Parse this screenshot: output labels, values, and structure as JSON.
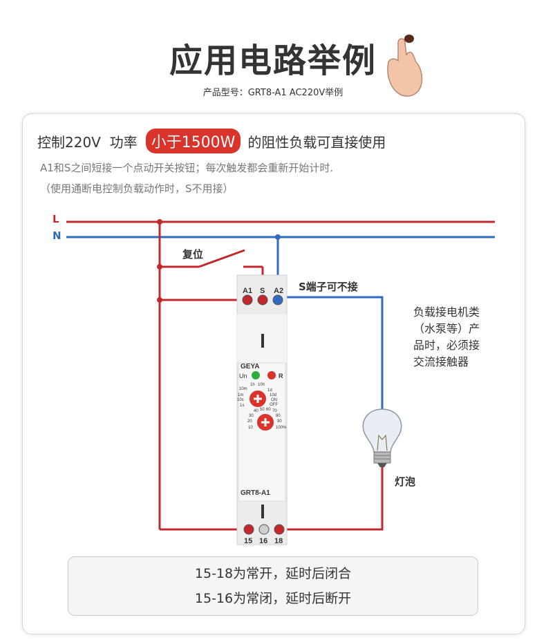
{
  "header": {
    "title": "应用电路举例",
    "subtitle": "产品型号：GRT8-A1 AC220V举例"
  },
  "headline": {
    "prefix": "控制220V  功率",
    "highlight": "小于1500W",
    "suffix": "的阻性负载可直接使用"
  },
  "notes": [
    "A1和S之间短接一个点动开关按钮；每次触发都会重新开始计时.",
    "（使用通断电控制负载动作时，S不用接）"
  ],
  "diagram": {
    "line_l": "L",
    "line_n": "N",
    "reset": "复位",
    "s_note": "S端子可不接",
    "lamp": "灯泡",
    "side_note": [
      "负载接电机类",
      "（水泵等）产",
      "品时，必须接",
      "交流接触器"
    ],
    "device": {
      "brand": "GEYA",
      "model": "GRT8-A1",
      "top_terminals": [
        "A1",
        "S",
        "A2"
      ],
      "bottom_terminals": [
        "15",
        "16",
        "18"
      ],
      "led_un": "Un",
      "led_r": "R",
      "range_labels": [
        "1h",
        "10h",
        "10m",
        "1d",
        "1m",
        "10d",
        "10s",
        "ON",
        "1s",
        "OFF"
      ],
      "percent_labels": [
        "40",
        "50",
        "60",
        "70",
        "30",
        "80",
        "20",
        "90",
        "10",
        "100%"
      ]
    },
    "colors": {
      "live": "#c0282c",
      "neutral": "#2f6ac0"
    }
  },
  "bottom_box": [
    "15-18为常开，延时后闭合",
    "15-16为常闭，延时后断开"
  ]
}
